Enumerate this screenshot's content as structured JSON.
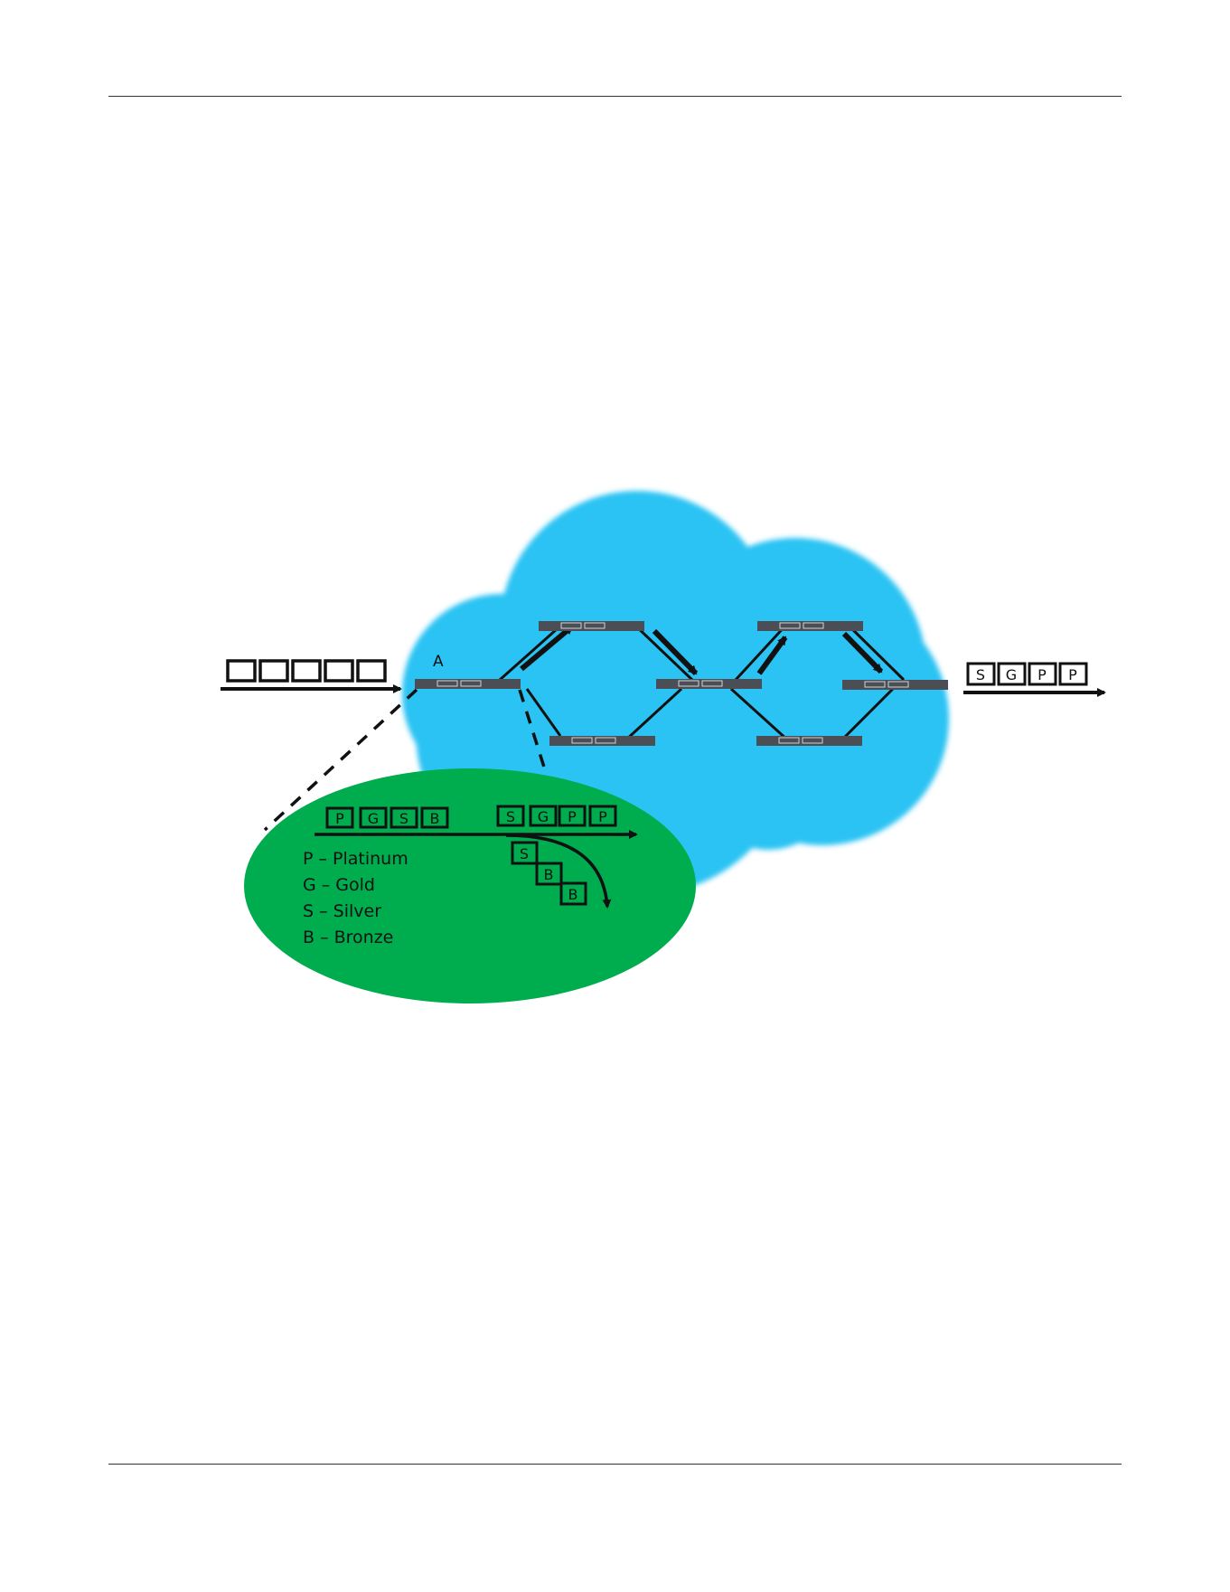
{
  "diagram": {
    "node_label": "A",
    "incoming_queue": [
      "",
      "",
      "",
      "",
      ""
    ],
    "outgoing_queue": [
      "S",
      "G",
      "P",
      "P"
    ],
    "detail": {
      "input_order": [
        "P",
        "G",
        "S",
        "B"
      ],
      "output_order": [
        "S",
        "G",
        "P",
        "P"
      ],
      "dropped": [
        "S",
        "B",
        "B"
      ],
      "legend": [
        "P – Platinum",
        "G – Gold",
        "S – Silver",
        "B – Bronze"
      ]
    },
    "colors": {
      "cloud": "#2bc3f3",
      "detail_ellipse": "#00ad4e",
      "switch": "#4b4f55",
      "line": "#111111"
    }
  }
}
